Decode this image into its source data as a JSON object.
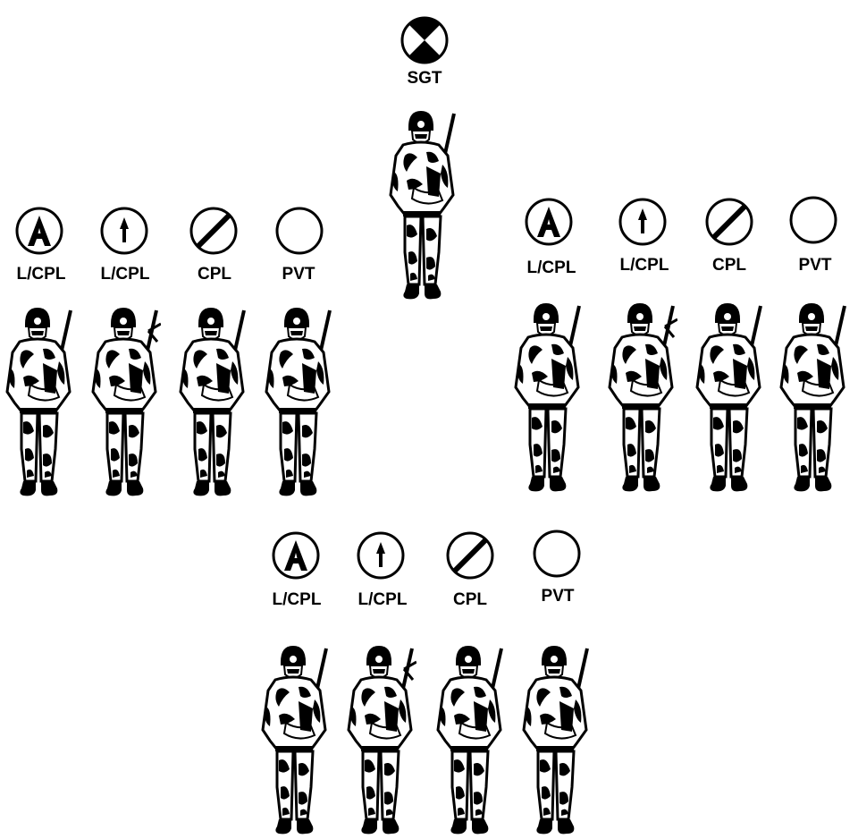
{
  "leader": {
    "symbol": "team-leader-symbol",
    "rank": "SGT"
  },
  "fire_teams": [
    {
      "id": "team-1",
      "members": [
        {
          "symbol": "automatic-rifleman-symbol",
          "rank": "L/CPL",
          "weapon": "automatic-rifle"
        },
        {
          "symbol": "grenadier-symbol",
          "rank": "L/CPL",
          "weapon": "grenade-launcher"
        },
        {
          "symbol": "team-leader-slash-symbol",
          "rank": "CPL",
          "weapon": "rifle"
        },
        {
          "symbol": "rifleman-symbol",
          "rank": "PVT",
          "weapon": "rifle"
        }
      ]
    },
    {
      "id": "team-2",
      "members": [
        {
          "symbol": "automatic-rifleman-symbol",
          "rank": "L/CPL",
          "weapon": "automatic-rifle"
        },
        {
          "symbol": "grenadier-symbol",
          "rank": "L/CPL",
          "weapon": "grenade-launcher"
        },
        {
          "symbol": "team-leader-slash-symbol",
          "rank": "CPL",
          "weapon": "rifle"
        },
        {
          "symbol": "rifleman-symbol",
          "rank": "PVT",
          "weapon": "rifle"
        }
      ]
    },
    {
      "id": "team-3",
      "members": [
        {
          "symbol": "automatic-rifleman-symbol",
          "rank": "L/CPL",
          "weapon": "automatic-rifle"
        },
        {
          "symbol": "grenadier-symbol",
          "rank": "L/CPL",
          "weapon": "grenade-launcher"
        },
        {
          "symbol": "team-leader-slash-symbol",
          "rank": "CPL",
          "weapon": "rifle"
        },
        {
          "symbol": "rifleman-symbol",
          "rank": "PVT",
          "weapon": "rifle"
        }
      ]
    }
  ],
  "colors": {
    "ink": "#000000",
    "paper": "#ffffff"
  }
}
